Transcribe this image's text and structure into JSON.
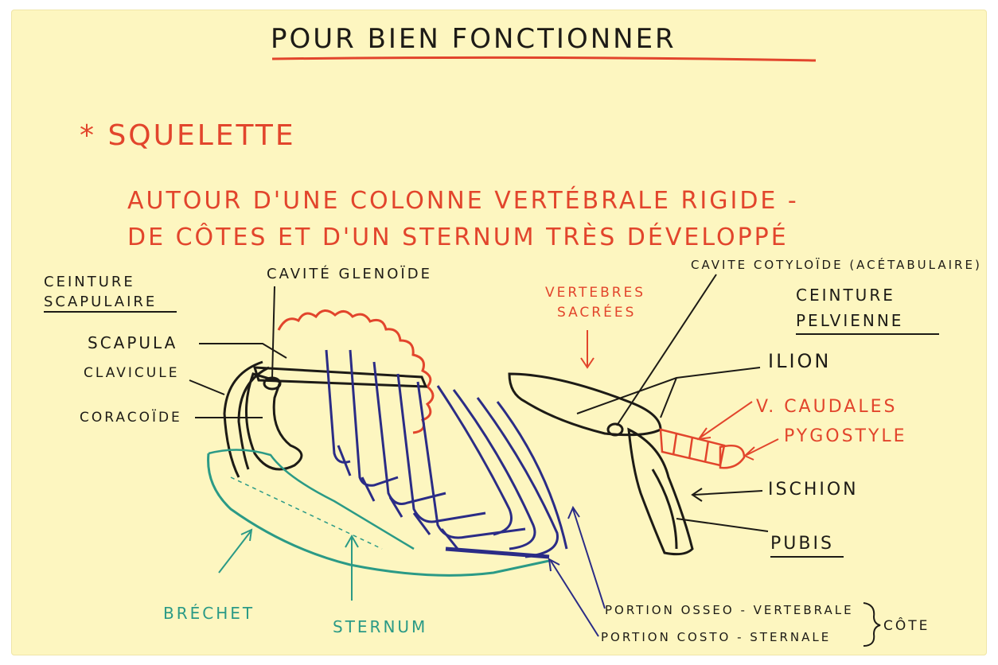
{
  "title": "POUR BIEN FONCTIONNER",
  "section": "* SQUELETTE",
  "description": {
    "line1": "AUTOUR D'UNE COLONNE VERTÉBRALE RIGIDE -",
    "line2": "DE CÔTES ET D'UN STERNUM TRÈS DÉVELOPPÉ"
  },
  "labels": {
    "ceinture_scapulaire_1": "CEINTURE",
    "ceinture_scapulaire_2": "SCAPULAIRE",
    "cavite_glenoide": "CAVITÉ GLENOÏDE",
    "scapula": "SCAPULA",
    "clavicule": "CLAVICULE",
    "coracoide": "CORACOÏDE",
    "vertebres_sacrees_1": "VERTEBRES",
    "vertebres_sacrees_2": "SACRÉES",
    "cavite_cotyloide": "CAVITE COTYLOÏDE (ACÉTABULAIRE)",
    "ceinture_pelvienne_1": "CEINTURE",
    "ceinture_pelvienne_2": "PELVIENNE",
    "ilion": "ILION",
    "v_caudales": "V. CAUDALES",
    "pygostyle": "PYGOSTYLE",
    "ischion": "ISCHION",
    "pubis": "PUBIS",
    "brechet": "BRÉCHET",
    "sternum": "STERNUM",
    "portion_osseo": "PORTION OSSEO - VERTEBRALE",
    "portion_costo": "PORTION COSTO - STERNALE",
    "cote": "CÔTE"
  },
  "colors": {
    "paper": "#fdf6c0",
    "ink_black": "#1d1b16",
    "ink_red": "#e2452c",
    "ink_blue": "#2b2c86",
    "ink_green": "#2b9a86"
  }
}
